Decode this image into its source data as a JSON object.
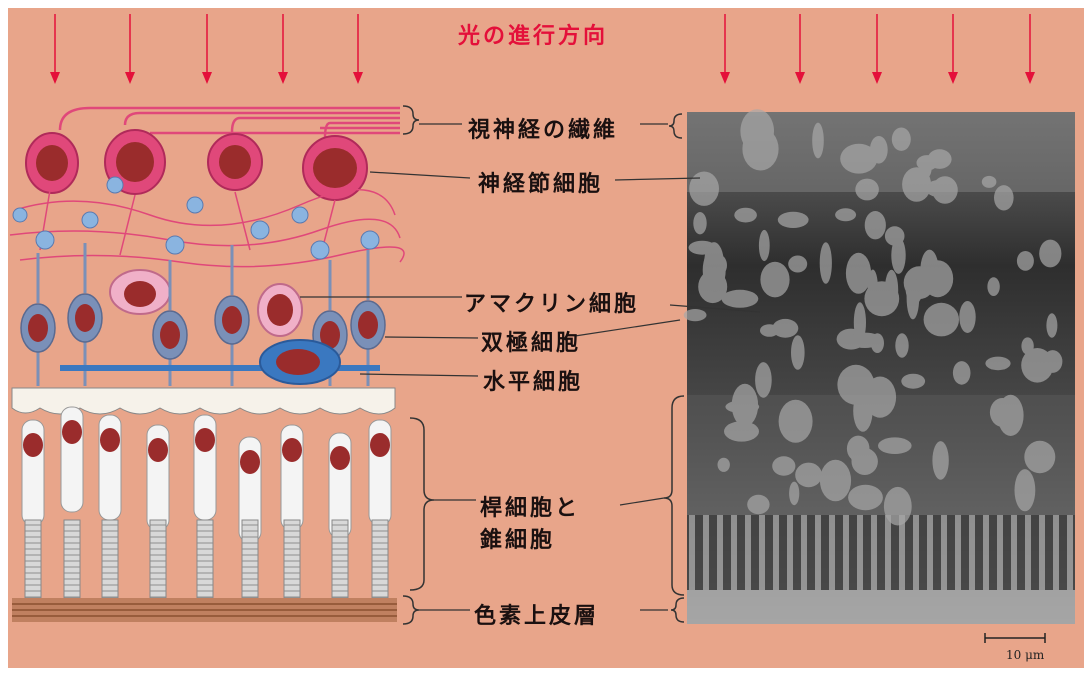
{
  "title": "光の進行方向",
  "labels": {
    "optic_nerve_fibers": "視神経の繊維",
    "ganglion_cells": "神経節細胞",
    "amacrine_cells": "アマクリン細胞",
    "bipolar_cells": "双極細胞",
    "horizontal_cells": "水平細胞",
    "rods_cones_line1": "桿細胞と",
    "rods_cones_line2": "錐細胞",
    "pigment_epithelium": "色素上皮層"
  },
  "scale_bar": {
    "text": "10 μm"
  },
  "colors": {
    "background": "#e8a58a",
    "title": "#e4103a",
    "arrow": "#e4103a",
    "ganglion": "#e0487a",
    "nucleus": "#9a2c2c",
    "bipolar": "#7a90b8",
    "horizontal": "#3a78c0",
    "amacrine": "#f0b0c8",
    "photoreceptor": "#f4f4f4",
    "epithelium": "#b07050"
  },
  "icons": {
    "light_arrow": "down-arrow-icon"
  }
}
